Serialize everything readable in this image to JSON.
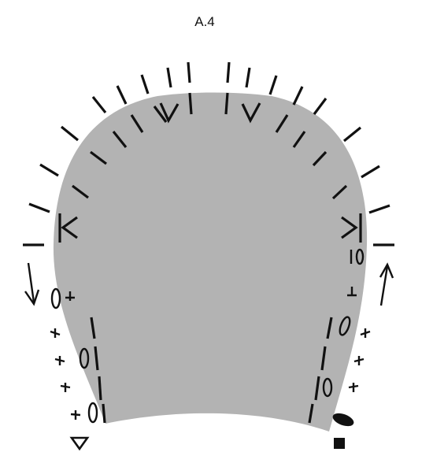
{
  "diagram": {
    "title": "A.4",
    "colors": {
      "shape_fill": "#b3b3b3",
      "symbol": "#111111",
      "background": "#ffffff"
    },
    "symbols": {
      "start_marker": "triangle-down-icon",
      "end_marker": "filled-square-icon",
      "left_direction": "arrow-down-icon",
      "right_direction": "arrow-up-icon",
      "treble_stitch": "vertical-bar",
      "increase": "v-stitch",
      "chain_space": "oval-stitch",
      "half_treble": "t-stitch",
      "magic_loop_end": "filled-oval-icon"
    }
  }
}
